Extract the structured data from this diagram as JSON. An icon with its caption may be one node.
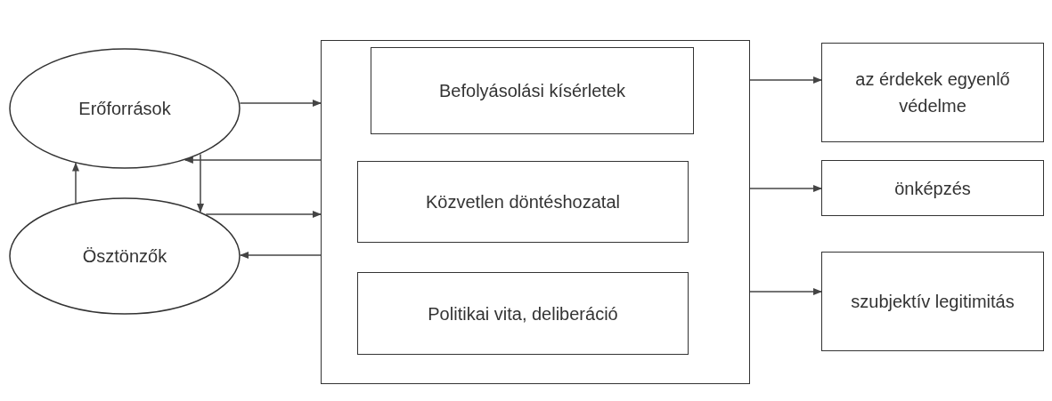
{
  "diagram": {
    "nodes": [
      {
        "text": [
          "Erőforrások"
        ]
      },
      {
        "text": [
          "Ösztönzők"
        ]
      },
      {
        "text": [],
        "shape": "box"
      },
      {
        "text": [
          "Befolyásolási kísérletek"
        ],
        "in": 2
      },
      {
        "text": [
          "Közvetlen döntéshozatal"
        ],
        "in": 2
      },
      {
        "text": [
          "Politikai vita, deliberáció"
        ],
        "in": 2
      },
      {
        "text": [
          "az érdekek egyenlő védelme"
        ]
      },
      {
        "text": [
          "önképzés"
        ]
      },
      {
        "text": [
          "szubjektív legitimitás"
        ]
      }
    ],
    "edges": [
      {
        "from": 0,
        "to": 2,
        "arrow": "to"
      },
      {
        "from": 2,
        "to": 0,
        "arrow": "to"
      },
      {
        "from": 1,
        "to": 2,
        "arrow": "to"
      },
      {
        "from": 2,
        "to": 1,
        "arrow": "to"
      },
      {
        "from": 1,
        "to": 0,
        "arrow": "to"
      },
      {
        "from": 0,
        "to": 1,
        "arrow": "to"
      },
      {
        "from": 2,
        "to": 6,
        "arrow": "to"
      },
      {
        "from": 2,
        "to": 7,
        "arrow": "to"
      },
      {
        "from": 2,
        "to": 8,
        "arrow": "to"
      }
    ]
  }
}
